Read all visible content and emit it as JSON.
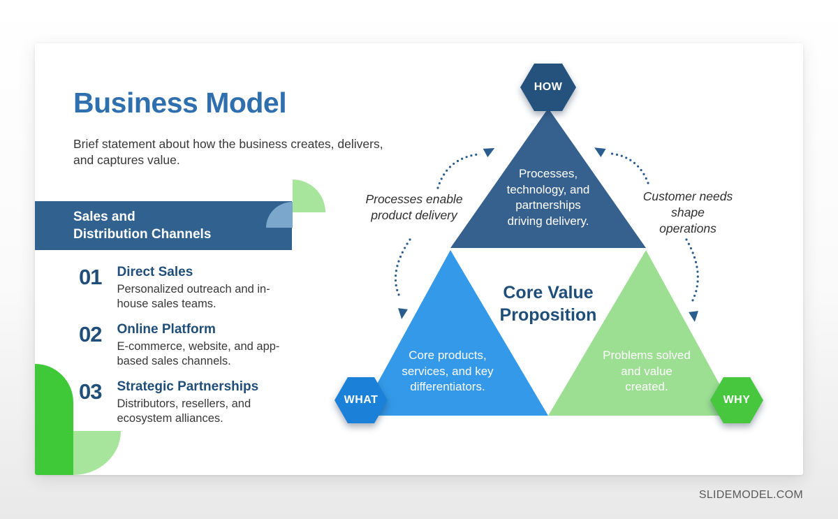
{
  "slide": {
    "title": "Business Model",
    "subtitle": "Brief statement about how the business creates, delivers, and captures value.",
    "section_banner": {
      "heading": "Sales and\nDistribution Channels"
    },
    "channels": [
      {
        "number": "01",
        "title": "Direct Sales",
        "description": "Personalized outreach and in-house sales teams."
      },
      {
        "number": "02",
        "title": "Online Platform",
        "description": "E-commerce, website, and app-based sales channels."
      },
      {
        "number": "03",
        "title": "Strategic Partnerships",
        "description": "Distributors, resellers, and ecosystem alliances."
      }
    ],
    "diagram": {
      "center_label": "Core Value\nProposition",
      "how": {
        "badge": "HOW",
        "body": "Processes,\ntechnology, and\npartnerships\ndriving delivery."
      },
      "what": {
        "badge": "WHAT",
        "body": "Core products,\nservices, and key\ndifferentiators."
      },
      "why": {
        "badge": "WHY",
        "body": "Problems solved\nand value\ncreated."
      },
      "notes": {
        "left": "Processes enable\nproduct delivery",
        "right": "Customer needs\nshape\noperations"
      }
    }
  },
  "footer": {
    "brand": "SLIDEMODEL.COM"
  },
  "colors": {
    "title_blue": "#2F6FAD",
    "heading_navy": "#1F4E79",
    "banner_blue": "#31618F",
    "triangle_top": "#36618E",
    "triangle_left": "#3399E8",
    "triangle_right": "#9CDF92",
    "hex_how": "#24527C",
    "hex_what": "#1A80D8",
    "hex_why": "#47C73E",
    "arrow_navy": "#2B5C8E",
    "decor_green": "#3FC838",
    "decor_light_green": "#A8E59C",
    "decor_light_blue": "#7BA7CD"
  }
}
